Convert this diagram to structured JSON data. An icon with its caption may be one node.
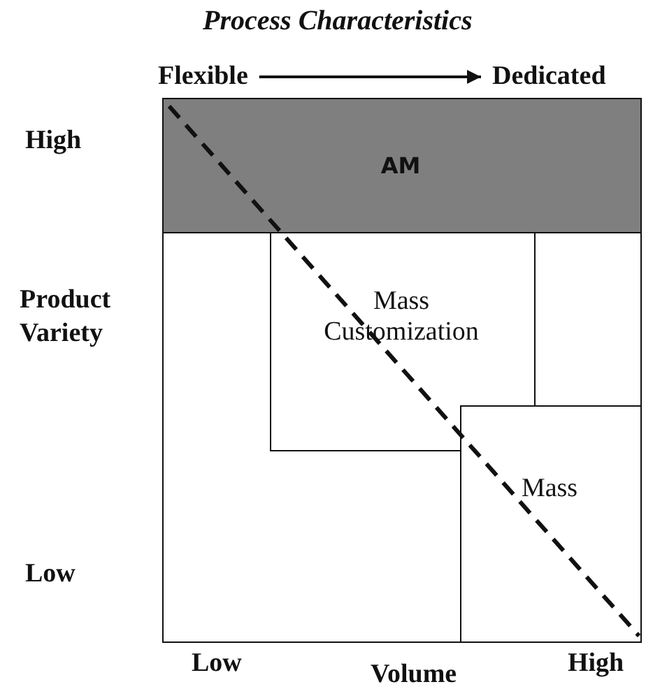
{
  "diagram": {
    "title": "Process Characteristics",
    "nodes": [
      {
        "text": [
          "Flexible"
        ]
      },
      {
        "text": [
          "Dedicated"
        ]
      },
      {
        "text": [],
        "shape": "box"
      },
      {
        "text": [
          "AM"
        ],
        "in": 2
      },
      {
        "text": [
          "Mass Customization"
        ],
        "in": 2
      },
      {
        "text": [
          "Mass"
        ],
        "in": 2
      }
    ],
    "edges": [
      {
        "from": 0,
        "to": 1,
        "arrow": "to"
      }
    ],
    "labels": [
      "High",
      "Product Variety",
      "Low",
      "Low",
      "Volume",
      "High"
    ]
  }
}
